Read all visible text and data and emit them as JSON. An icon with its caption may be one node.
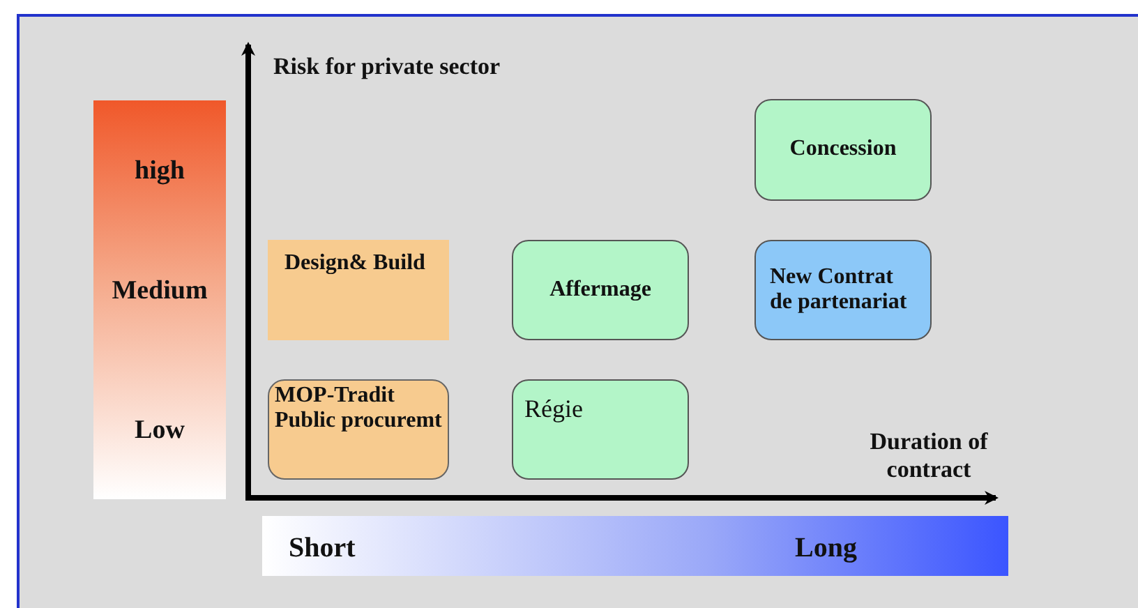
{
  "diagram": {
    "nodes": [
      {
        "text": [
          "high",
          "Medium",
          "Low"
        ]
      },
      {
        "text": [
          "Concession"
        ]
      },
      {
        "text": [
          "Design& Build"
        ]
      },
      {
        "text": [
          "Affermage"
        ]
      },
      {
        "text": [
          "New Contrat de partenariat"
        ]
      },
      {
        "text": [
          "MOP-Tradit Public procuremt"
        ]
      },
      {
        "text": [
          "Régie"
        ]
      },
      {
        "text": [
          "Short",
          "Long"
        ]
      }
    ],
    "edges": [],
    "labels": [
      "Risk for private sector",
      "Duration of contract"
    ]
  }
}
